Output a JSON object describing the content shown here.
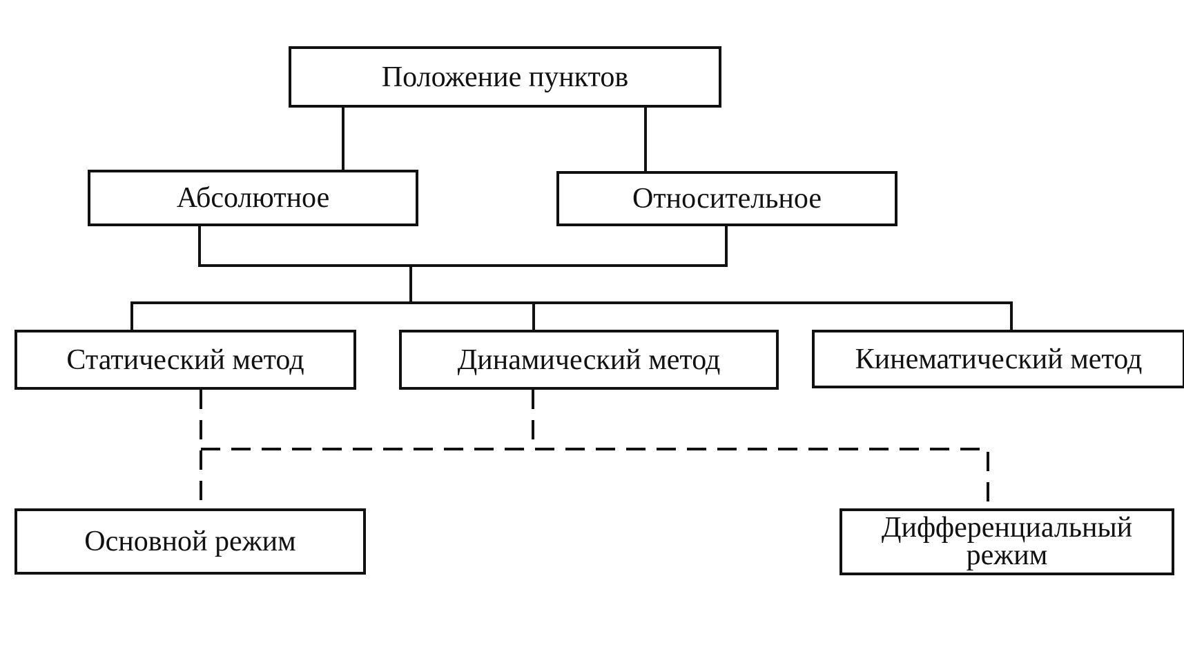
{
  "diagram": {
    "nodes": {
      "root": "Положение пунктов",
      "absolute": "Абсолютное",
      "relative": "Относительное",
      "static_method": "Статический метод",
      "dynamic_method": "Динамический метод",
      "kinematic_method": "Кинематический метод",
      "basic_mode": "Основной режим",
      "differential_mode_line1": "Дифференциальный",
      "differential_mode_line2": "режим"
    },
    "edges": [
      {
        "from": "root",
        "to": "absolute",
        "style": "solid"
      },
      {
        "from": "root",
        "to": "relative",
        "style": "solid"
      },
      {
        "from": "absolute",
        "to": "static_method",
        "style": "solid"
      },
      {
        "from": "absolute",
        "to": "dynamic_method",
        "style": "solid"
      },
      {
        "from": "absolute",
        "to": "kinematic_method",
        "style": "solid"
      },
      {
        "from": "relative",
        "to": "static_method",
        "style": "solid"
      },
      {
        "from": "relative",
        "to": "dynamic_method",
        "style": "solid"
      },
      {
        "from": "relative",
        "to": "kinematic_method",
        "style": "solid"
      },
      {
        "from": "static_method",
        "to": "basic_mode",
        "style": "dashed"
      },
      {
        "from": "static_method",
        "to": "differential_mode",
        "style": "dashed"
      },
      {
        "from": "dynamic_method",
        "to": "basic_mode",
        "style": "dashed"
      },
      {
        "from": "dynamic_method",
        "to": "differential_mode",
        "style": "dashed"
      }
    ],
    "colors": {
      "stroke": "#111111",
      "background": "#ffffff"
    }
  }
}
